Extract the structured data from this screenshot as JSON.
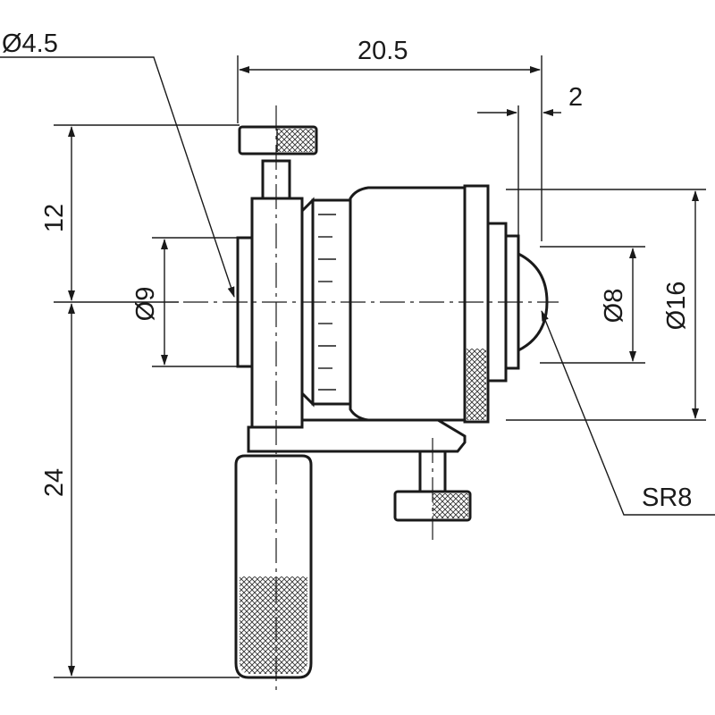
{
  "drawing": {
    "dimensions": {
      "dia_small_hole": "Ø4.5",
      "overall_width": "20.5",
      "ball_offset": "2",
      "upper_height": "12",
      "lower_height": "24",
      "dia_spindle": "Ø9",
      "dia_ball_seat": "Ø8",
      "dia_body": "Ø16",
      "sphere_radius": "SR8"
    }
  }
}
